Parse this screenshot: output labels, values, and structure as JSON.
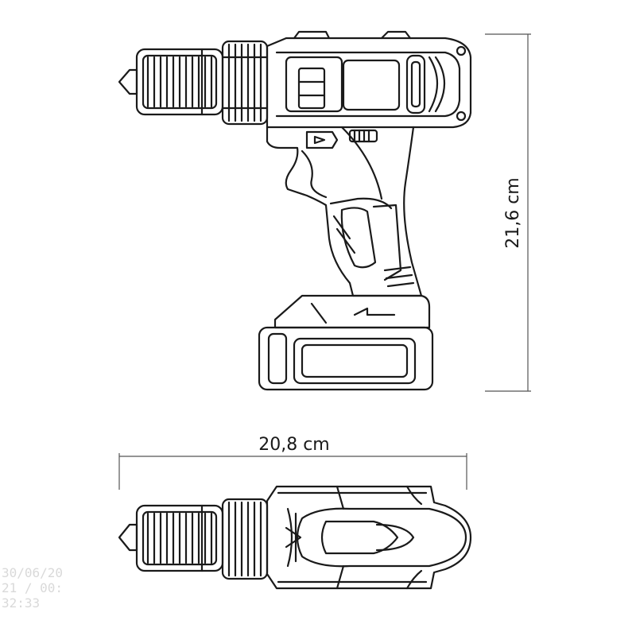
{
  "dimensions": {
    "height_label": "21,6 cm",
    "width_label": "20,8 cm"
  },
  "watermark": {
    "timestamp": "30/06/2021 / 00:32:33"
  },
  "colors": {
    "line": "#1a1a1a",
    "dimension": "#555555",
    "background": "#ffffff",
    "watermark": "#d9d9d9"
  }
}
